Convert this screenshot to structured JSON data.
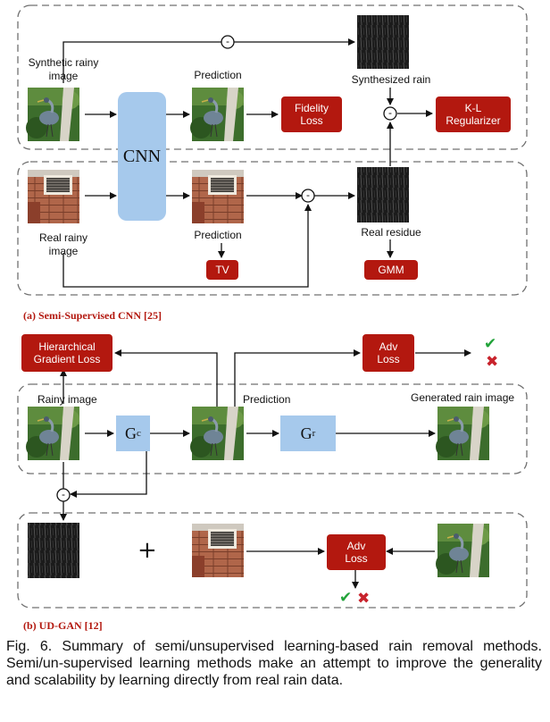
{
  "colors": {
    "accent_red": "#b3180f",
    "cnn_blue": "#a6c9ec",
    "check_green": "#22a33a",
    "cross_red": "#c8232c"
  },
  "panel_a": {
    "title": "(a) Semi-Supervised CNN [25]",
    "synthetic_label": "Synthetic rainy\nimage",
    "prediction_top": "Prediction",
    "synthesized_rain": "Synthesized rain",
    "cnn": "CNN",
    "fidelity_loss": "Fidelity\nLoss",
    "kl_regularizer": "K-L\nRegularizer",
    "real_rainy_label": "Real rainy\nimage",
    "prediction_bottom": "Prediction",
    "real_residue": "Real residue",
    "tv": "TV",
    "gmm": "GMM",
    "minus_sign": "-"
  },
  "panel_b": {
    "title": "(b) UD-GAN [12]",
    "hierarchical_loss": "Hierarchical\nGradient Loss",
    "adv_loss_top": "Adv\nLoss",
    "rainy_image": "Rainy image",
    "prediction": "Prediction",
    "generated_rain_image": "Generated rain image",
    "gc": "G",
    "gc_sub": "c",
    "gr": "G",
    "gr_sub": "r",
    "adv_loss_bottom": "Adv\nLoss",
    "plus": "+",
    "check": "✔",
    "cross": "✖",
    "minus_sign": "-"
  },
  "caption": "Fig. 6. Summary of semi/unsupervised learning-based rain removal methods. Semi/un-supervised learning methods make an attempt to improve the generality and scalability by learning directly from real rain data."
}
